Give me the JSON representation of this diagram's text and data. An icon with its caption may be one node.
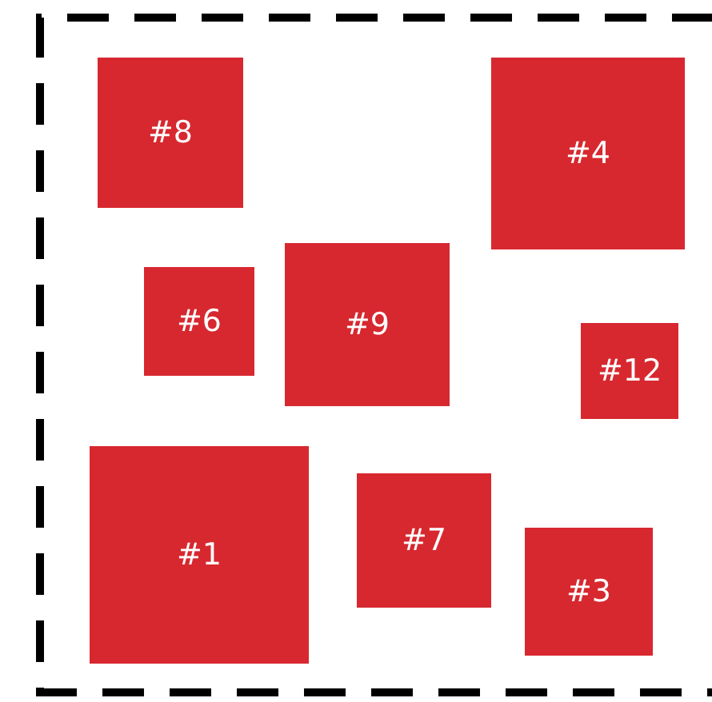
{
  "diagram": {
    "nodes": [
      {
        "text": [
          "#8"
        ]
      },
      {
        "text": [
          "#4"
        ]
      },
      {
        "text": [
          "#6"
        ]
      },
      {
        "text": [
          "#9"
        ]
      },
      {
        "text": [
          "#12"
        ]
      },
      {
        "text": [
          "#1"
        ]
      },
      {
        "text": [
          "#7"
        ]
      },
      {
        "text": [
          "#3"
        ]
      }
    ]
  }
}
